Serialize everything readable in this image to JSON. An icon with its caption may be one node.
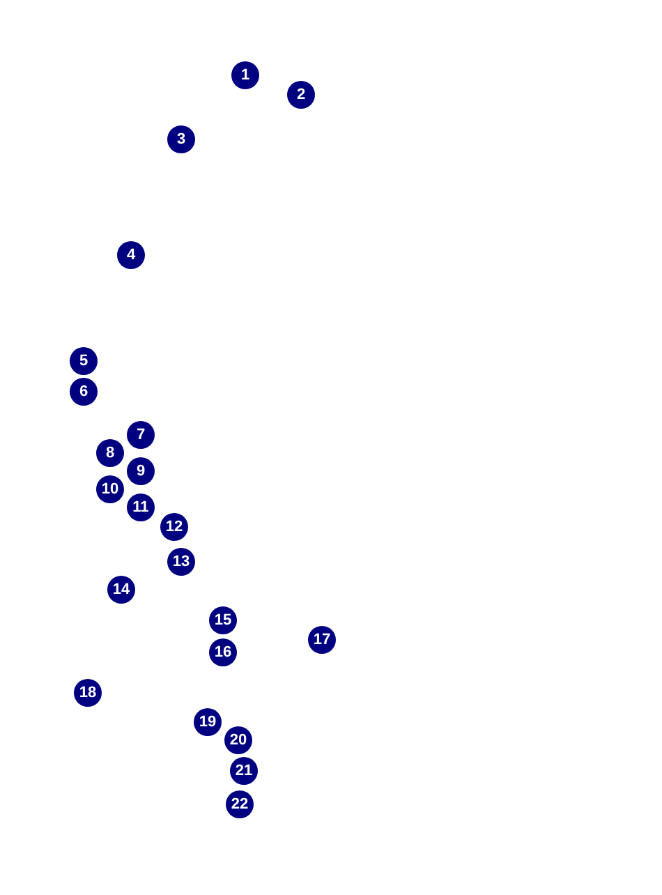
{
  "diagram": {
    "labels": [
      "1",
      "2",
      "3",
      "4",
      "5",
      "6",
      "7",
      "8",
      "9",
      "10",
      "11",
      "12",
      "13",
      "14",
      "15",
      "16",
      "17",
      "18",
      "19",
      "20",
      "21",
      "22"
    ]
  }
}
